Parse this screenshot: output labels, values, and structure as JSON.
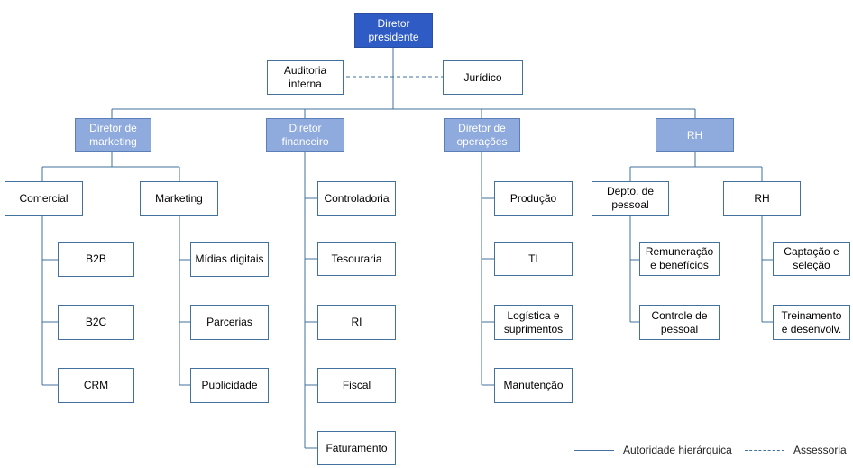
{
  "chart": {
    "top": "Diretor presidente",
    "advisory_left": "Auditoria interna",
    "advisory_right": "Jurídico",
    "directors": {
      "marketing": "Diretor de marketing",
      "financeiro": "Diretor financeiro",
      "operacoes": "Diretor de operações",
      "rh": "RH"
    },
    "marketing": {
      "comercial": "Comercial",
      "marketing": "Marketing",
      "comercial_children": [
        "B2B",
        "B2C",
        "CRM"
      ],
      "marketing_children": [
        "Mídias digitais",
        "Parcerias",
        "Publicidade"
      ]
    },
    "financeiro_children": [
      "Controladoria",
      "Tesouraria",
      "RI",
      "Fiscal",
      "Faturamento"
    ],
    "operacoes_children": [
      "Produção",
      "TI",
      "Logística e suprimentos",
      "Manutenção"
    ],
    "rh": {
      "depto": "Depto. de pessoal",
      "rh": "RH",
      "depto_children": [
        "Remuneração e benefícios",
        "Controle de pessoal"
      ],
      "rh_children": [
        "Captação e seleção",
        "Treinamento e desenvolv."
      ]
    }
  },
  "legend": {
    "solid": "Autoridade hierárquica",
    "dashed": "Assessoria"
  },
  "colors": {
    "line": "#41719c",
    "top_fill": "#2f5cc4",
    "director_fill": "#8faadc"
  }
}
